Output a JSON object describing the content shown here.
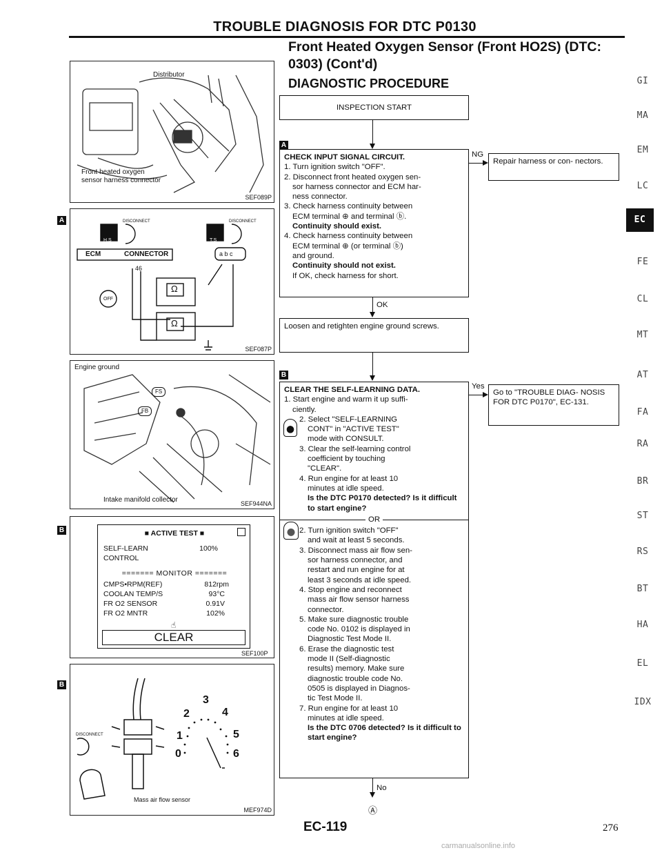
{
  "header": {
    "title": "TROUBLE DIAGNOSIS FOR DTC P0130",
    "section": "Front Heated Oxygen Sensor (Front HO2S) (DTC: 0303) (Cont'd)",
    "procedure": "DIAGNOSTIC PROCEDURE"
  },
  "figures": {
    "fig1": {
      "code": "SEF089P",
      "label_distributor": "Distributor",
      "label_connector_1": "Front heated oxygen",
      "label_connector_2": "sensor harness connector"
    },
    "fig2": {
      "code": "SEF087P",
      "marker": "A",
      "disconnect_1": "DISCONNECT",
      "disconnect_2": "DISCONNECT",
      "ecm": "ECM",
      "connector": "CONNECTOR",
      "terminal": "46",
      "badge_hs": "H.S",
      "badge_ts": "T.S",
      "ohm_1": "Ω",
      "ohm_2": "Ω",
      "key_off": "OFF",
      "pins": "a b c"
    },
    "fig3": {
      "code": "SEF944NA",
      "label_ground": "Engine ground",
      "label_manifold": "Intake manifold collector",
      "tag_fs": "FS",
      "tag_fb": "FB"
    },
    "fig4": {
      "code": "SEF100P",
      "marker": "B",
      "title": "ACTIVE TEST",
      "rows": [
        {
          "name": "SELF-LEARN",
          "value": "100%"
        },
        {
          "name": "CONTROL",
          "value": ""
        }
      ],
      "monitor": "======= MONITOR =======",
      "monitor_rows": [
        {
          "name": "CMPS•RPM(REF)",
          "value": "812rpm"
        },
        {
          "name": "COOLAN TEMP/S",
          "value": "93°C"
        },
        {
          "name": "FR O2 SENSOR",
          "value": "0.91V"
        },
        {
          "name": "FR O2 MNTR",
          "value": "102%"
        }
      ],
      "button": "CLEAR"
    },
    "fig5": {
      "code": "MEF974D",
      "marker": "B",
      "label_sensor": "Mass air flow sensor",
      "disconnect": "DISCONNECT",
      "gauge_ticks": [
        "0",
        "1",
        "2",
        "3",
        "4",
        "5",
        "6"
      ]
    }
  },
  "flow": {
    "start": "INSPECTION START",
    "marker_a": "A",
    "marker_b": "B",
    "step1": {
      "title": "CHECK INPUT SIGNAL CIRCUIT.",
      "lines": [
        "1. Turn ignition switch \"OFF\".",
        "2. Disconnect front heated oxygen sen-",
        "   sor harness connector and ECM har-",
        "   ness connector.",
        "3. Check harness continuity between",
        "   ECM terminal ⊕ and terminal ⓑ."
      ],
      "bold_1": "Continuity should exist.",
      "lines_2": [
        "4. Check harness continuity between",
        "   ECM terminal ⊕ (or terminal ⓑ)",
        "   and ground."
      ],
      "bold_2": "Continuity should not exist.",
      "line_last": "If OK, check harness for short."
    },
    "ng_label": "NG",
    "ng_box": "Repair harness or con- nectors.",
    "ok_label": "OK",
    "step2": "Loosen and retighten engine ground screws.",
    "step3": {
      "title": "CLEAR THE SELF-LEARNING DATA.",
      "lines_a": [
        "1. Start engine and warm it up suffi-",
        "   ciently.",
        "2. Select \"SELF-LEARNING",
        "   CONT\" in \"ACTIVE TEST\"",
        "   mode with CONSULT.",
        "3. Clear the self-learning control",
        "   coefficient by touching",
        "   \"CLEAR\".",
        "4. Run engine for at least 10",
        "   minutes at idle speed."
      ],
      "bold_a": "Is the DTC P0170 detected? Is it difficult to start engine?",
      "or": "OR",
      "lines_b": [
        "2. Turn ignition switch \"OFF\"",
        "   and wait at least 5 seconds.",
        "3. Disconnect mass air flow sen-",
        "   sor harness connector, and",
        "   restart and run engine for at",
        "   least 3 seconds at idle speed.",
        "4. Stop engine and reconnect",
        "   mass air flow sensor harness",
        "   connector.",
        "5. Make sure diagnostic trouble",
        "   code No. 0102 is displayed in",
        "   Diagnostic Test Mode II.",
        "6. Erase the diagnostic test",
        "   mode II (Self-diagnostic",
        "   results) memory. Make sure",
        "   diagnostic trouble code No.",
        "   0505 is displayed in Diagnos-",
        "   tic Test Mode II.",
        "7. Run engine for at least 10",
        "   minutes at idle speed."
      ],
      "bold_b": "Is the DTC 0706 detected? Is it difficult to start engine?"
    },
    "yes_label": "Yes",
    "yes_box": "Go to \"TROUBLE DIAG- NOSIS FOR DTC P0170\", EC-131.",
    "no_label": "No",
    "end_marker": "Ⓐ"
  },
  "tabs": [
    "GI",
    "MA",
    "EM",
    "LC",
    "EC",
    "FE",
    "CL",
    "MT",
    "AT",
    "FA",
    "RA",
    "BR",
    "ST",
    "RS",
    "BT",
    "HA",
    "EL",
    "IDX"
  ],
  "active_tab": "EC",
  "footer": {
    "page_code": "EC-119",
    "page_number": "276",
    "watermark": "carmanualsonline.info"
  }
}
